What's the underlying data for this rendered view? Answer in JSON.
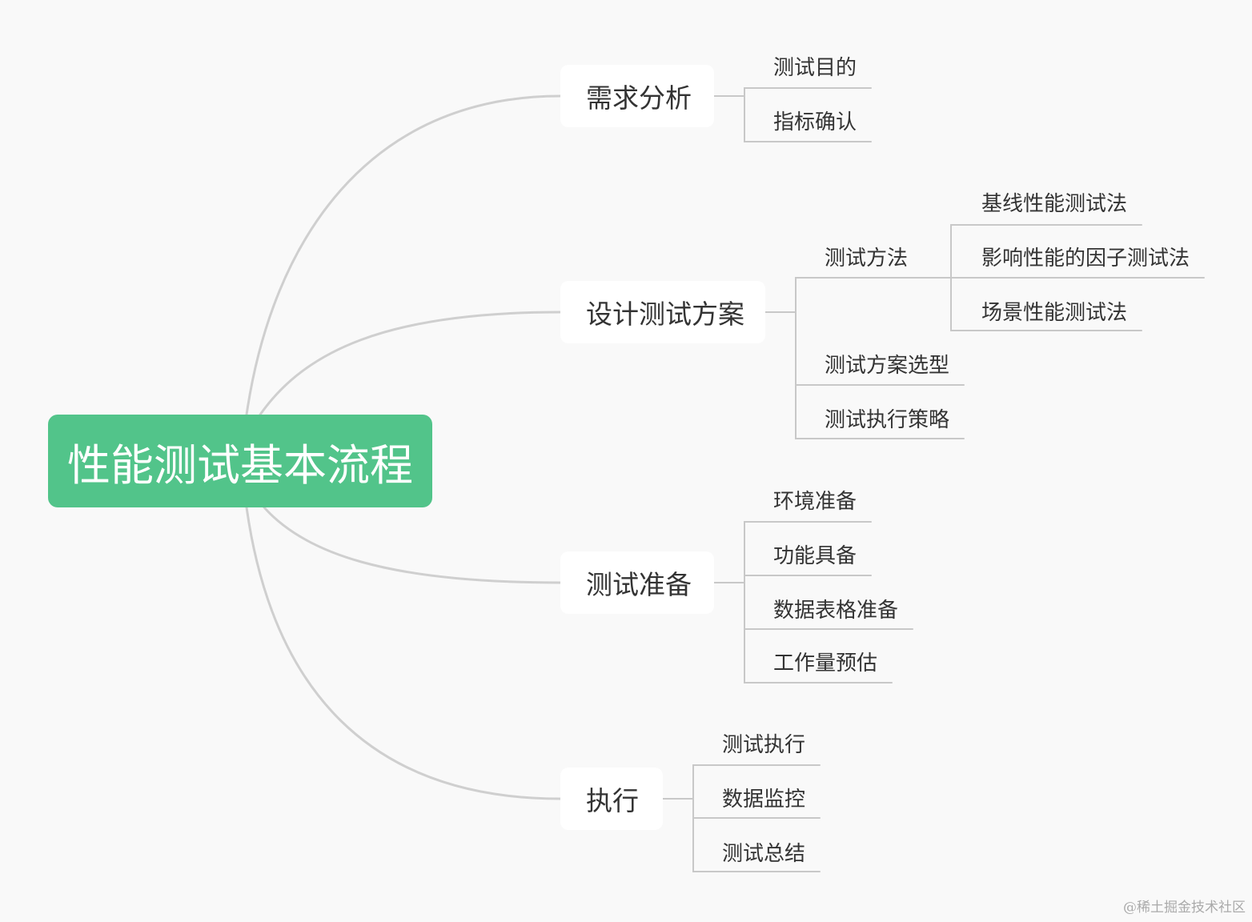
{
  "root": {
    "label": "性能测试基本流程"
  },
  "branches": [
    {
      "label": "需求分析",
      "children": [
        "测试目的",
        "指标确认"
      ]
    },
    {
      "label": "设计测试方案",
      "method": {
        "label": "测试方法",
        "children": [
          "基线性能测试法",
          "影响性能的因子测试法",
          "场景性能测试法"
        ]
      },
      "children": [
        "测试方案选型",
        "测试执行策略"
      ]
    },
    {
      "label": "测试准备",
      "children": [
        "环境准备",
        "功能具备",
        "数据表格准备",
        "工作量预估"
      ]
    },
    {
      "label": "执行",
      "children": [
        "测试执行",
        "数据监控",
        "测试总结"
      ]
    }
  ],
  "watermark": "@稀土掘金技术社区",
  "colors": {
    "root_fill": "#52c48a",
    "connector": "#cfcfcf",
    "background": "#f9f9f9"
  }
}
